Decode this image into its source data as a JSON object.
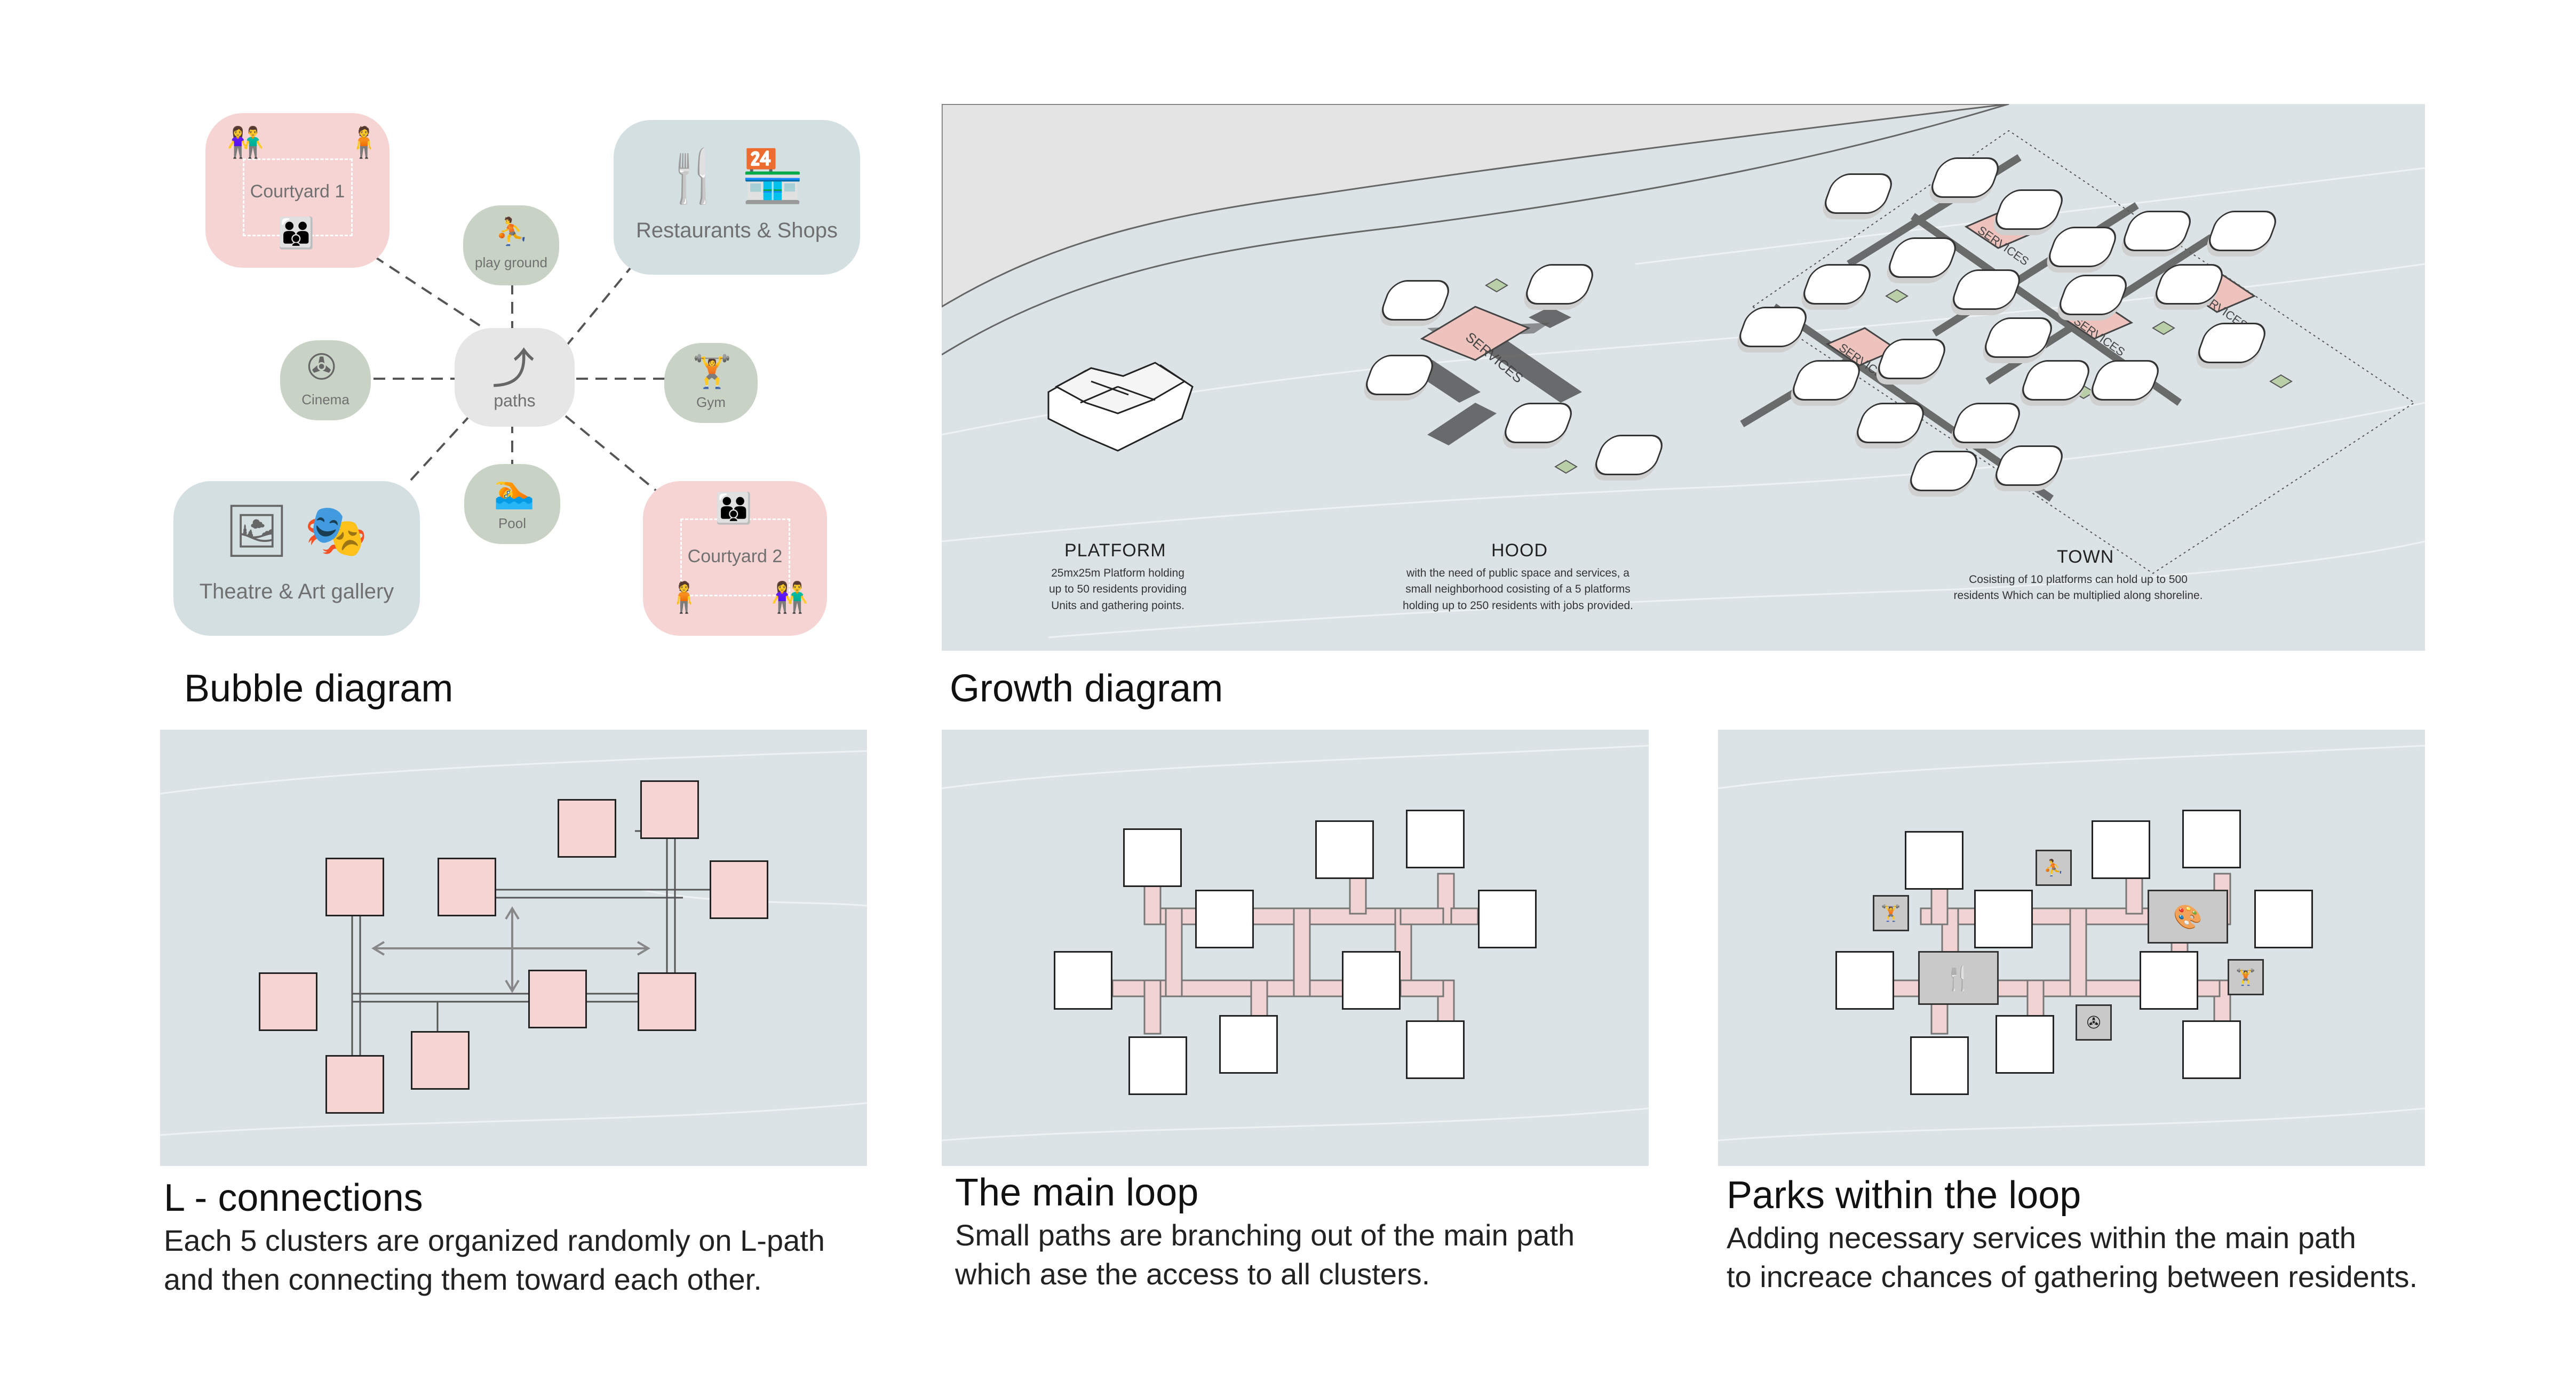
{
  "bubble_diagram": {
    "title": "Bubble diagram",
    "nodes": {
      "courtyard1": "Courtyard 1",
      "play_ground": "play ground",
      "restaurants": "Restaurants & Shops",
      "cinema": "Cinema",
      "paths": "paths",
      "gym": "Gym",
      "pool": "Pool",
      "theatre": "Theatre & Art gallery",
      "courtyard2": "Courtyard 2"
    },
    "icons": [
      "people-icon",
      "playground-icon",
      "cutlery-icon",
      "shop-icon",
      "film-reel-icon",
      "direction-arrows-icon",
      "dumbbell-icon",
      "swimmer-icon",
      "gallery-icon",
      "theatre-lights-icon"
    ]
  },
  "growth_diagram": {
    "title": "Growth diagram",
    "platform": {
      "title": "PLATFORM",
      "text": [
        "25mx25m Platform holding",
        "up to 50 residents providing",
        "Units and gathering points."
      ]
    },
    "hood": {
      "title": "HOOD",
      "text": [
        "with the need of public space and services, a",
        "small neighborhood cosisting of a 5 platforms",
        "holding up to 250 residents with jobs provided."
      ],
      "services_label": "SERVICES"
    },
    "town": {
      "title": "TOWN",
      "text": [
        "Cosisting of 10 platforms can hold up to 500",
        "residents Which can be multiplied along shoreline."
      ],
      "services_label": "SERVICES"
    }
  },
  "l_connections": {
    "title": "L - connections",
    "text": [
      "Each 5 clusters are organized randomly on L-path",
      "and then connecting them toward each other."
    ]
  },
  "main_loop": {
    "title": "The main loop",
    "text": [
      "Small paths are branching out of the main path",
      "which ase the access to all clusters."
    ]
  },
  "parks_loop": {
    "title": "Parks within the loop",
    "text": [
      "Adding necessary services within the main path",
      "to increace chances of gathering between residents."
    ]
  },
  "colors": {
    "pink": "#f6d4d4",
    "bluegrey_panel": "#dce3e6",
    "green_bubble": "#c9d3c5",
    "path_pink": "#f2d3d3",
    "services_pink": "#eec3bd",
    "park_green": "#b9cfa8"
  }
}
